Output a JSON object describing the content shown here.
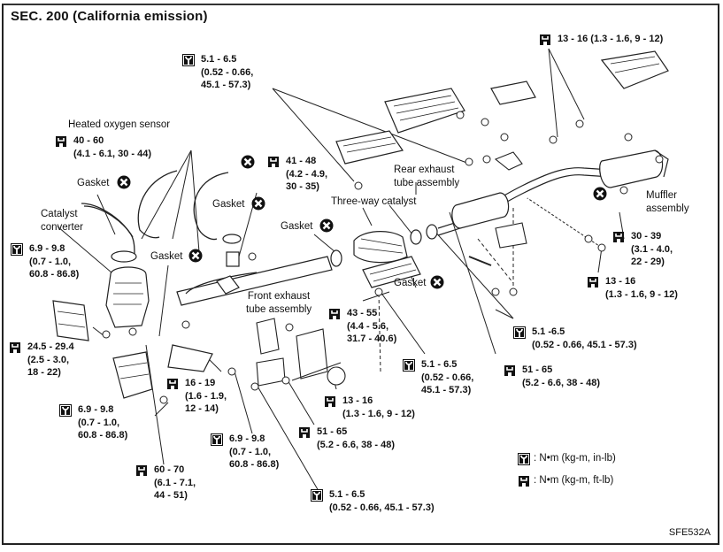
{
  "title": "SEC. 200 (California emission)",
  "figure_code": "SFE532A",
  "icons": {
    "torque_in_lb": "torque-wrench-in-lb-icon",
    "torque_ft_lb": "torque-wrench-ft-lb-icon",
    "replace": "do-not-reuse-x-icon"
  },
  "part_labels": {
    "heated_oxygen_sensor": "Heated oxygen sensor",
    "catalyst_converter_1": "Catalyst",
    "catalyst_converter_2": "converter",
    "gasket": "Gasket",
    "three_way_catalyst": "Three-way catalyst",
    "rear_exhaust_1": "Rear exhaust",
    "rear_exhaust_2": "tube assembly",
    "front_exhaust_1": "Front exhaust",
    "front_exhaust_2": "tube assembly",
    "muffler_1": "Muffler",
    "muffler_2": "assembly"
  },
  "torque_specs": [
    {
      "id": "t1",
      "unit": "in-lb",
      "lines": [
        "5.1 - 6.5",
        "(0.52 - 0.66,",
        "45.1 - 57.3)"
      ]
    },
    {
      "id": "t2",
      "unit": "ft-lb",
      "lines": [
        "13 - 16 (1.3 - 1.6, 9 - 12)"
      ]
    },
    {
      "id": "t3",
      "unit": "ft-lb",
      "lines": [
        "40 - 60",
        "(4.1 - 6.1, 30 - 44)"
      ]
    },
    {
      "id": "t4",
      "unit": "ft-lb",
      "lines": [
        "41 - 48",
        "(4.2 - 4.9,",
        "30 - 35)"
      ]
    },
    {
      "id": "t5",
      "unit": "in-lb",
      "lines": [
        "6.9 - 9.8",
        "(0.7 - 1.0,",
        "60.8 - 86.8)"
      ]
    },
    {
      "id": "t6",
      "unit": "ft-lb",
      "lines": [
        "30 - 39",
        "(3.1 - 4.0,",
        "22 - 29)"
      ]
    },
    {
      "id": "t7",
      "unit": "ft-lb",
      "lines": [
        "13 - 16",
        "(1.3 - 1.6, 9 - 12)"
      ]
    },
    {
      "id": "t8",
      "unit": "ft-lb",
      "lines": [
        "43 - 55",
        "(4.4 - 5.6,",
        "31.7 - 40.6)"
      ]
    },
    {
      "id": "t9",
      "unit": "in-lb",
      "lines": [
        "5.1 -6.5",
        "(0.52 - 0.66, 45.1 - 57.3)"
      ]
    },
    {
      "id": "t10",
      "unit": "ft-lb",
      "lines": [
        "24.5 - 29.4",
        "(2.5 - 3.0,",
        "18 - 22)"
      ]
    },
    {
      "id": "t11",
      "unit": "ft-lb",
      "lines": [
        "16 - 19",
        "(1.6 - 1.9,",
        "12 - 14)"
      ]
    },
    {
      "id": "t12",
      "unit": "in-lb",
      "lines": [
        "5.1 - 6.5",
        "(0.52 - 0.66,",
        "45.1 - 57.3)"
      ]
    },
    {
      "id": "t13",
      "unit": "ft-lb",
      "lines": [
        "51 - 65",
        "(5.2 - 6.6, 38 - 48)"
      ]
    },
    {
      "id": "t14",
      "unit": "in-lb",
      "lines": [
        "6.9 - 9.8",
        "(0.7 - 1.0,",
        "60.8 - 86.8)"
      ]
    },
    {
      "id": "t15",
      "unit": "ft-lb",
      "lines": [
        "13 - 16",
        "(1.3 - 1.6, 9 - 12)"
      ]
    },
    {
      "id": "t16",
      "unit": "in-lb",
      "lines": [
        "6.9 - 9.8",
        "(0.7 - 1.0,",
        "60.8 - 86.8)"
      ]
    },
    {
      "id": "t17",
      "unit": "ft-lb",
      "lines": [
        "51 - 65",
        "(5.2 - 6.6, 38 - 48)"
      ]
    },
    {
      "id": "t18",
      "unit": "ft-lb",
      "lines": [
        "60 - 70",
        "(6.1 - 7.1,",
        "44 - 51)"
      ]
    },
    {
      "id": "t19",
      "unit": "in-lb",
      "lines": [
        "5.1 - 6.5",
        "(0.52 - 0.66, 45.1 - 57.3)"
      ]
    }
  ],
  "legend": {
    "in_lb": ": N•m (kg-m, in-lb)",
    "ft_lb": ": N•m (kg-m, ft-lb)"
  }
}
